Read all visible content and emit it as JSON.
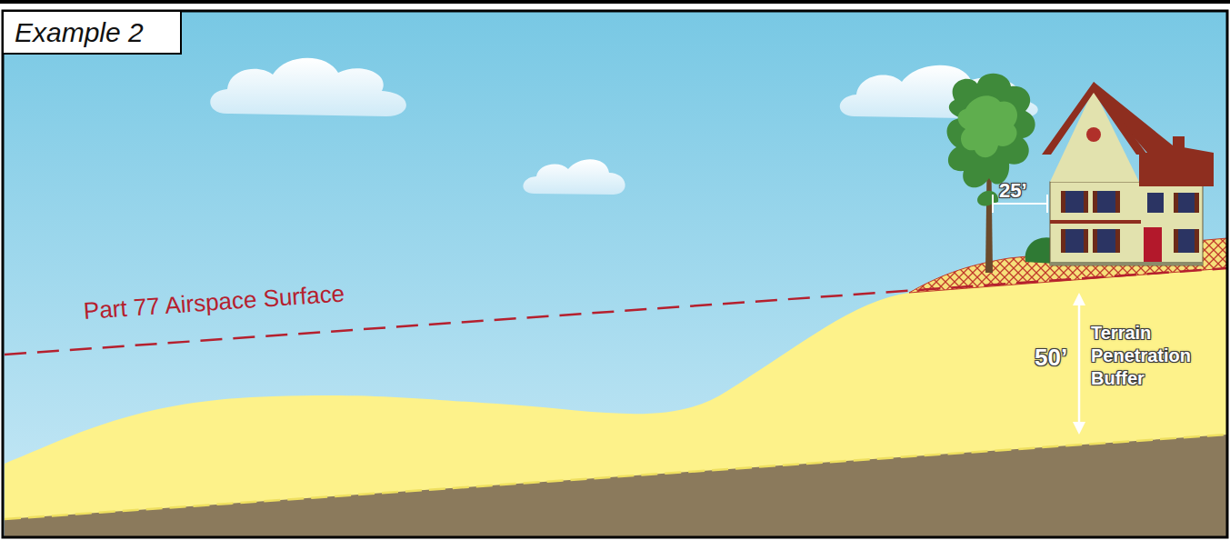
{
  "diagram": {
    "nodes": [
      {
        "text": [
          "Example 2"
        ]
      }
    ],
    "edges": [],
    "labels": [
      "Part 77 Airspace Surface",
      "25’",
      "50’",
      "Terrain Penetration Buffer"
    ]
  }
}
